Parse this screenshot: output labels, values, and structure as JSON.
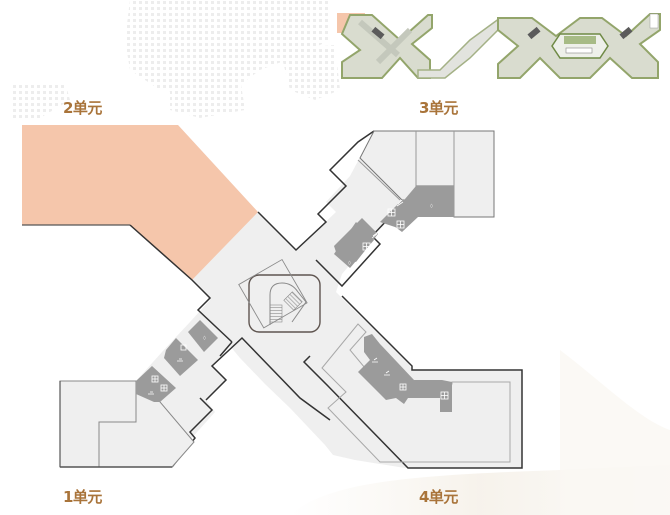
{
  "units": {
    "unit1": {
      "label": "1单元"
    },
    "unit2": {
      "label": "2单元",
      "highlighted": true
    },
    "unit3": {
      "label": "3单元"
    },
    "unit4": {
      "label": "4单元"
    }
  },
  "colors": {
    "label": "#a9743a",
    "highlight": "#f5c6ab",
    "floor": "#efefef",
    "core": "#9b9b9b",
    "wall": "#333333",
    "innerLine": "#a8a8a8",
    "thumbGreen": "#8fa46a"
  },
  "thumbnail": {
    "description": "site-overview-keyplan"
  }
}
